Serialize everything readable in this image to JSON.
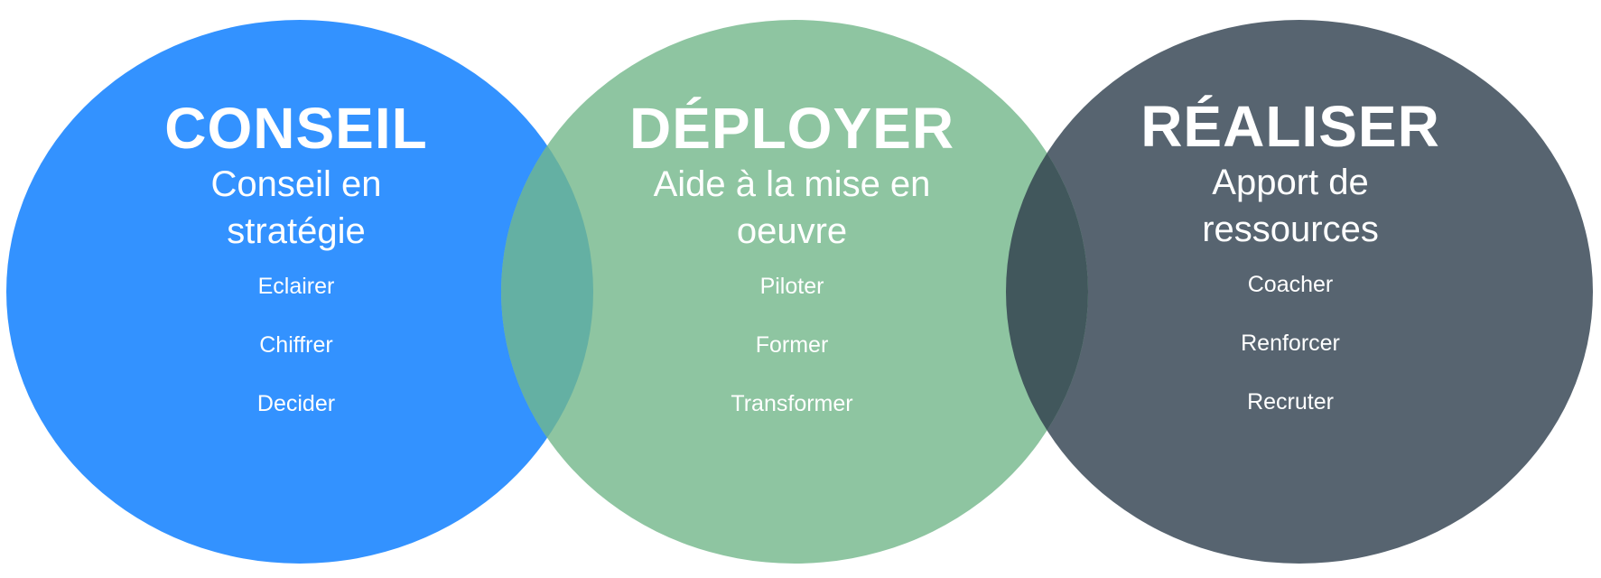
{
  "colors": {
    "conseil": "#3392FF",
    "deployer": "#8EC5A1",
    "realiser": "#576470",
    "overlap_conseil_deployer": "#64B0A3",
    "overlap_deployer_realiser": "#41575C",
    "text": "#FFFFFF"
  },
  "circles": [
    {
      "title": "CONSEIL",
      "subtitle_line1": "Conseil en",
      "subtitle_line2": "stratégie",
      "items": [
        "Eclairer",
        "Chiffrer",
        "Decider"
      ]
    },
    {
      "title": "DÉPLOYER",
      "subtitle_line1": "Aide à la mise en",
      "subtitle_line2": "oeuvre",
      "items": [
        "Piloter",
        "Former",
        "Transformer"
      ]
    },
    {
      "title": "RÉALISER",
      "subtitle_line1": "Apport de",
      "subtitle_line2": "ressources",
      "items": [
        "Coacher",
        "Renforcer",
        "Recruter"
      ]
    }
  ]
}
